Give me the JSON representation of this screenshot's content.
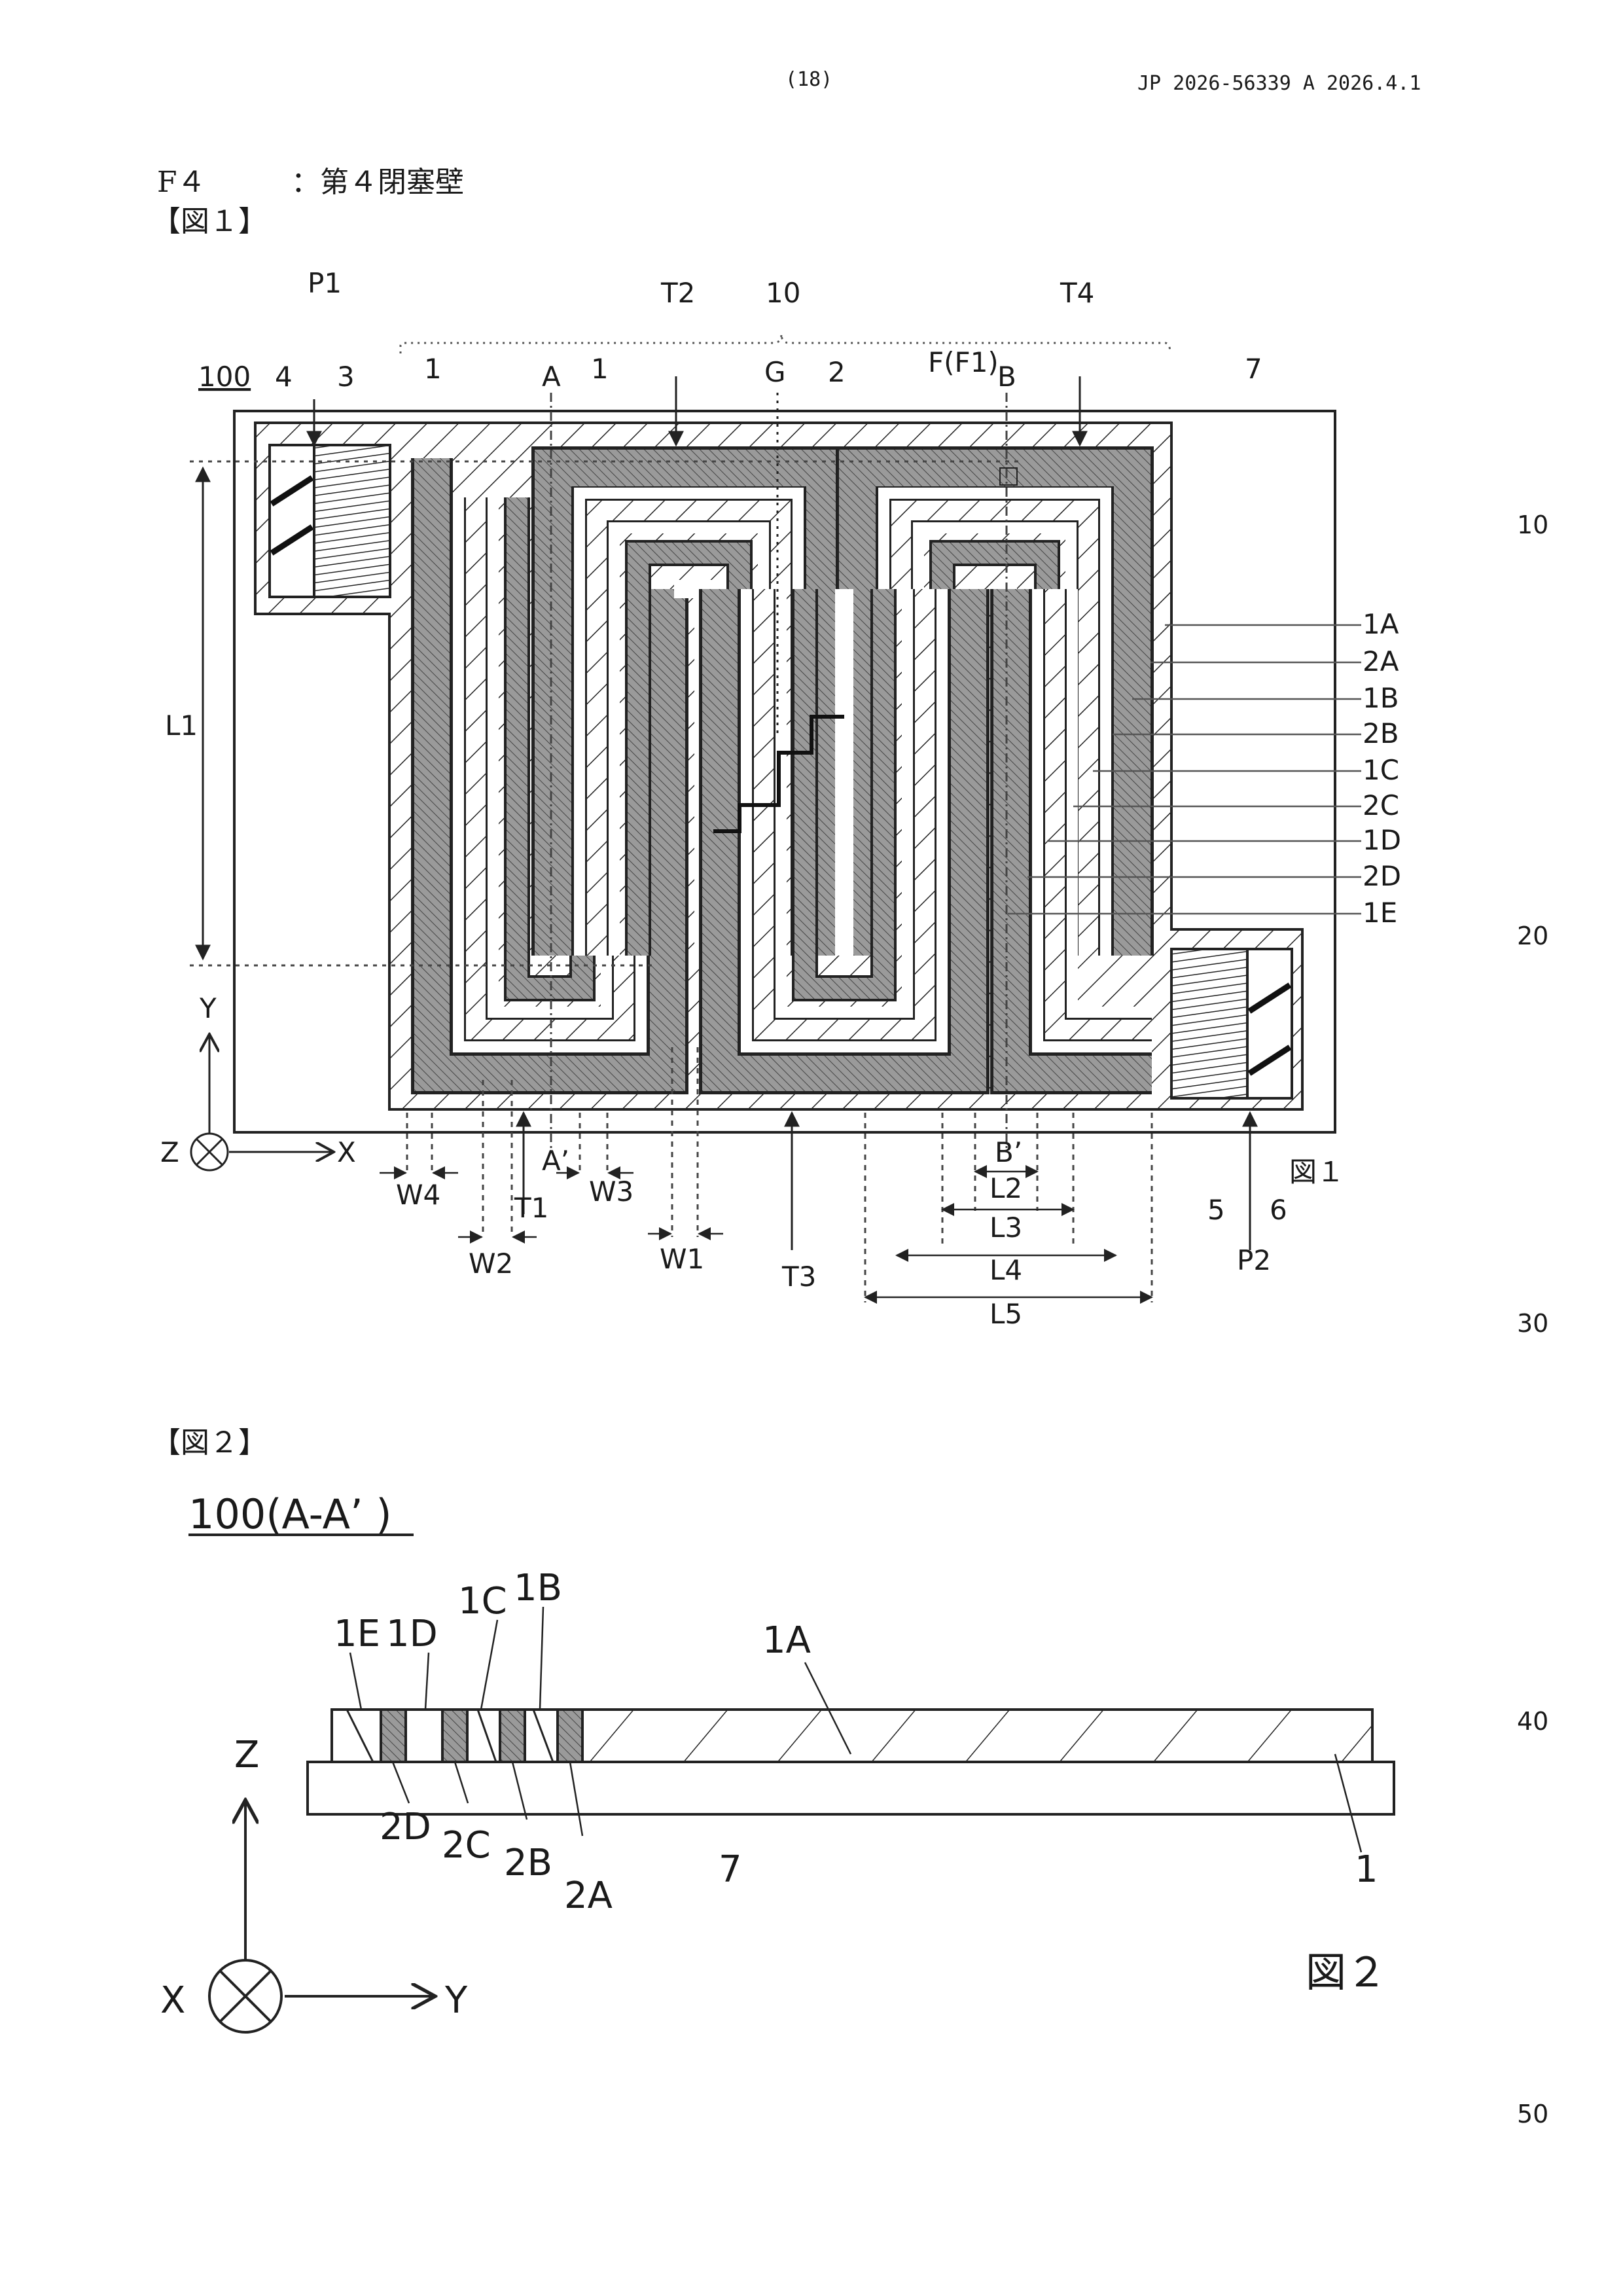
{
  "header": {
    "page_number": "(18)",
    "publication": "JP  2026-56339  A  2026.4.1"
  },
  "legend_line": {
    "code": "F４",
    "desc": "：第４閉塞壁"
  },
  "fig1": {
    "heading": "【図１】",
    "device": "100",
    "caption": "図１",
    "labels": {
      "P1": "P1",
      "P2": "P2",
      "T1": "T1",
      "T2": "T2",
      "T3": "T3",
      "T4": "T4",
      "ten": "10",
      "A": "A",
      "Aprime": "A’",
      "B": "B",
      "Bprime": "B’",
      "G": "G",
      "F": "F(F1)",
      "one_a": "1",
      "one_b": "1",
      "two": "2",
      "three": "3",
      "four": "4",
      "five": "5",
      "six": "6",
      "seven": "7",
      "L1": "L1",
      "W1": "W1",
      "W2": "W2",
      "W3": "W3",
      "W4": "W4",
      "L2": "L2",
      "L3": "L3",
      "L4": "L4",
      "L5": "L5",
      "axisX": "X",
      "axisY": "Y",
      "axisZ": "Z"
    },
    "side_labels": [
      "1A",
      "2A",
      "1B",
      "2B",
      "1C",
      "2C",
      "1D",
      "2D",
      "1E"
    ]
  },
  "fig2": {
    "heading": "【図２】",
    "title": "100(A-A’ )",
    "caption": "図２",
    "labels": {
      "1E": "1E",
      "1D": "1D",
      "1C": "1C",
      "1B": "1B",
      "1A": "1A",
      "2D": "2D",
      "2C": "2C",
      "2B": "2B",
      "2A": "2A",
      "seven": "7",
      "one": "1",
      "axisZ": "Z",
      "axisX": "X",
      "axisY": "Y"
    }
  },
  "line_numbers": [
    "10",
    "20",
    "30",
    "40",
    "50"
  ]
}
